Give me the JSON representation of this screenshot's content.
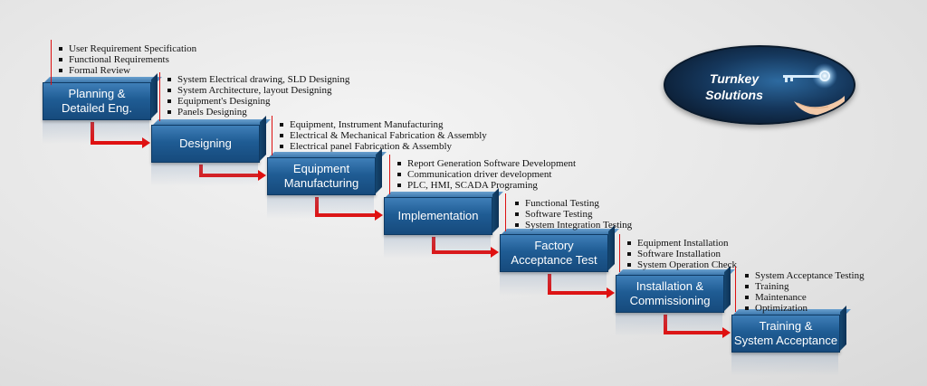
{
  "logo": {
    "line1": "Turnkey",
    "line2": "Solutions",
    "icon": "key-icon"
  },
  "colors": {
    "step_blue": "#1f5c94",
    "arrow_red": "#e01010",
    "bullet_line_red": "#d11111",
    "text": "#111111"
  },
  "steps": [
    {
      "lines": [
        "Planning &",
        "Detailed Eng."
      ],
      "bullets": [
        "User Requirement Specification",
        "Functional Requirements",
        "Formal Review"
      ]
    },
    {
      "lines": [
        "Designing"
      ],
      "bullets": [
        "System Electrical drawing, SLD Designing",
        "System Architecture, layout Designing",
        "Equipment's Designing",
        "Panels Designing"
      ]
    },
    {
      "lines": [
        "Equipment",
        "Manufacturing"
      ],
      "bullets": [
        "Equipment, Instrument Manufacturing",
        "Electrical & Mechanical Fabrication & Assembly",
        "Electrical panel Fabrication & Assembly"
      ]
    },
    {
      "lines": [
        "Implementation"
      ],
      "bullets": [
        "Report Generation Software Development",
        "Communication driver development",
        "PLC, HMI, SCADA Programing"
      ]
    },
    {
      "lines": [
        "Factory",
        "Acceptance Test"
      ],
      "bullets": [
        "Functional Testing",
        "Software Testing",
        "System Integration Testing"
      ]
    },
    {
      "lines": [
        "Installation &",
        "Commissioning"
      ],
      "bullets": [
        "Equipment Installation",
        "Software Installation",
        "System Operation Check"
      ]
    },
    {
      "lines": [
        "Training &",
        "System Acceptance"
      ],
      "bullets": [
        "System Acceptance Testing",
        "Training",
        "Maintenance",
        "Optimization"
      ]
    }
  ]
}
